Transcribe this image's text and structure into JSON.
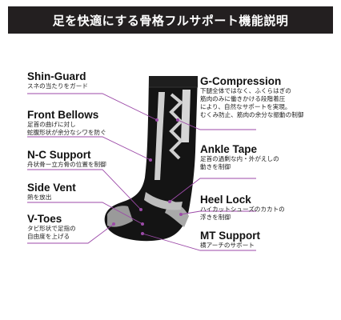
{
  "header": {
    "title": "足を快適にする骨格フルサポート機能説明"
  },
  "colors": {
    "banner": "#231f20",
    "sock_body": "#141414",
    "sock_stripe": "#cfcfcf",
    "accent_line": "#9c4aa8"
  },
  "features": {
    "shin_guard": {
      "title": "Shin-Guard",
      "desc": [
        "スネの当たりをガード"
      ]
    },
    "front_bellows": {
      "title": "Front Bellows",
      "desc": [
        "足首の曲げに対し",
        "蛇腹形状が余分なシワを防ぐ"
      ]
    },
    "nc_support": {
      "title": "N-C Support",
      "desc": [
        "舟状骨ー立方骨の位置を制御"
      ]
    },
    "side_vent": {
      "title": "Side Vent",
      "desc": [
        "熱を放出"
      ]
    },
    "v_toes": {
      "title": "V-Toes",
      "desc": [
        "タビ形状で足指の",
        "自由度を上げる"
      ]
    },
    "g_compression": {
      "title": "G-Compression",
      "desc": [
        "下腿全体ではなく、ふくらはぎの",
        "筋肉のみに働きかける段階着圧",
        "により、自然なサポートを実現。",
        "むくみ防止、筋肉の余分な振動の制御"
      ]
    },
    "ankle_tape": {
      "title": "Ankle Tape",
      "desc": [
        "足首の過剰な内・外がえしの",
        "動きを制御"
      ]
    },
    "heel_lock": {
      "title": "Heel Lock",
      "desc": [
        "ハイカットシューズのカカトの",
        "浮きを制御"
      ]
    },
    "mt_support": {
      "title": "MT Support",
      "desc": [
        "横アーチのサポート"
      ]
    }
  }
}
